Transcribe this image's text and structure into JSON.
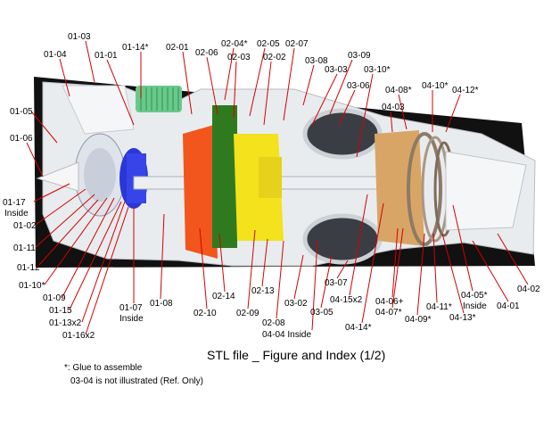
{
  "caption": "STL file _ Figure and Index (1/2)",
  "notes": {
    "glue": "*: Glue to assemble",
    "ref": "03-04 is not illustrated (Ref. Only)"
  },
  "colors": {
    "leader": "#d40000",
    "background_photo": "#111111",
    "housing": "#e9ecef",
    "blue_part": "#2a36d6",
    "orange_part": "#f2561c",
    "green_part": "#2f7a1e",
    "yellow_part": "#f3e21c",
    "tan_part": "#d9a566",
    "light_green_part": "#69c98a"
  },
  "labels": {
    "l0103": "01-03",
    "l0104": "01-04",
    "l0101": "01-01",
    "l0114": "01-14*",
    "l0201": "02-01",
    "l0206": "02-06",
    "l0204": "02-04*",
    "l0205": "02-05",
    "l0207": "02-07",
    "l0203": "02-03",
    "l0202": "02-02",
    "l0308": "03-08",
    "l0309": "03-09",
    "l0303": "03-03",
    "l0310": "03-10*",
    "l0306": "03-06",
    "l0408": "04-08*",
    "l0410": "04-10*",
    "l0412": "04-12*",
    "l0403": "04-03",
    "l0105": "01-05",
    "l0106": "01-06",
    "l0117": "01-17",
    "l0117b": "Inside",
    "l0102": "01-02",
    "l0111": "01-11",
    "l0112": "01-12",
    "l0110": "01-10*",
    "l0109": "01-09",
    "l0115": "01-15",
    "l0113": "01-13x2",
    "l0116": "01-16x2",
    "l0107": "01-07",
    "l0107b": "Inside",
    "l0108": "01-08",
    "l0210": "02-10",
    "l0214": "02-14",
    "l0209": "02-09",
    "l0213": "02-13",
    "l0208": "02-08",
    "l0404": "04-04 Inside",
    "l0302": "03-02",
    "l0305": "03-05",
    "l0307": "03-07",
    "l0415": "04-15x2",
    "l0414": "04-14*",
    "l0406": "04-06+",
    "l0407": "04-07*",
    "l0409": "04-09*",
    "l0411": "04-11*",
    "l0413": "04-13*",
    "l0405": "04-05*",
    "l0405b": "Inside",
    "l0401": "04-01",
    "l0402": "04-02"
  }
}
